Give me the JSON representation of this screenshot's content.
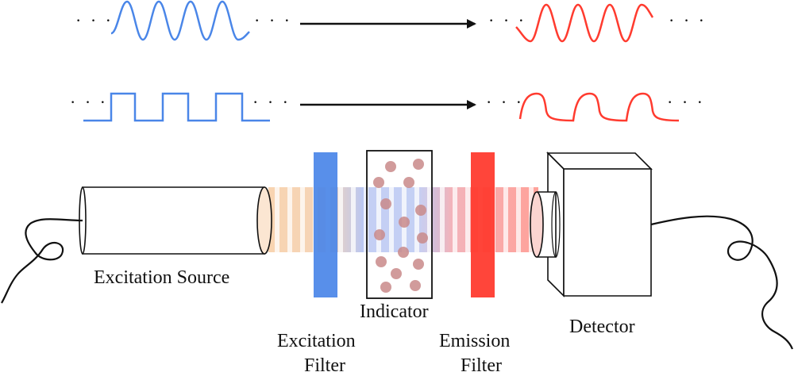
{
  "labels": {
    "excitation_source": "Excitation Source",
    "excitation_filter_line1": "Excitation",
    "excitation_filter_line2": "Filter",
    "indicator": "Indicator",
    "emission_filter_line1": "Emission",
    "emission_filter_line2": "Filter",
    "detector": "Detector"
  },
  "ellipsis": "· · ·",
  "colors": {
    "excitation": "#4a86e8",
    "emission": "#ff3b2f",
    "particle": "#c98a8a",
    "beam_source": "#f7cfa8",
    "ink": "#111111"
  }
}
